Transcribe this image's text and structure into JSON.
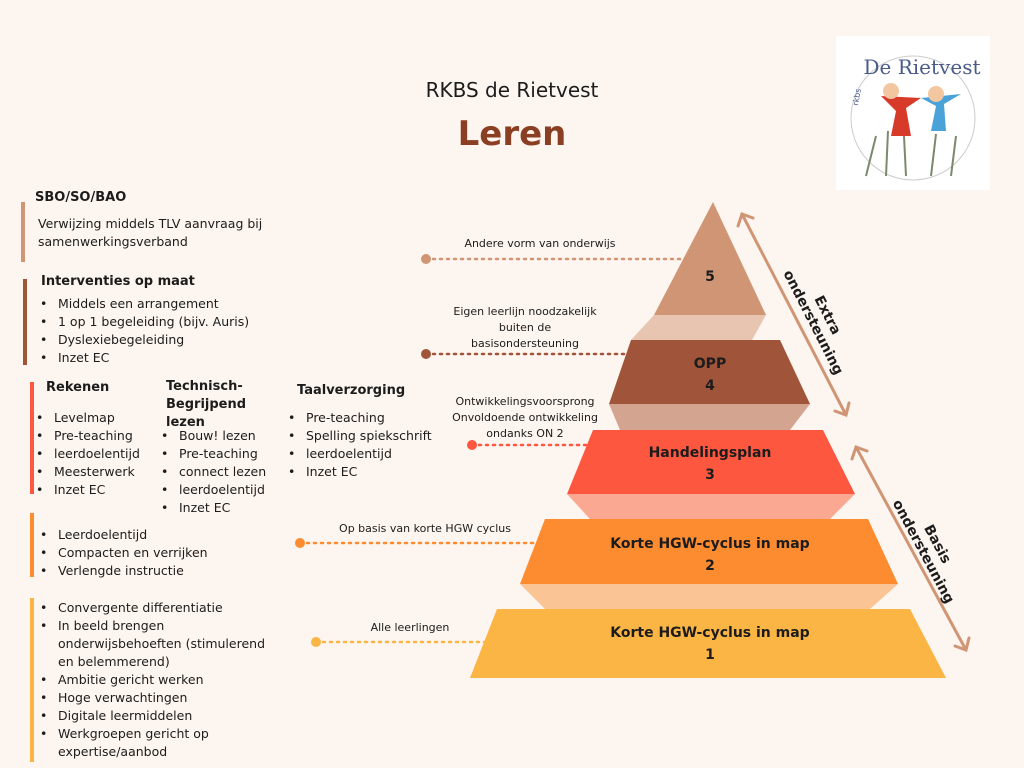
{
  "header": {
    "subtitle": "RKBS de Rietvest",
    "title": "Leren"
  },
  "logo": {
    "text": "De Rietvest",
    "small": "rkbs"
  },
  "left": {
    "sbo": {
      "title": "SBO/SO/BAO",
      "text": "Verwijzing middels TLV aanvraag bij samenwerkingsverband"
    },
    "interventies": {
      "title": "Interventies op maat",
      "items": [
        "Middels een arrangement",
        "1 op 1 begeleiding (bijv. Auris)",
        "Dyslexiebegeleiding",
        "Inzet EC"
      ]
    },
    "rekenen": {
      "title": "Rekenen",
      "items": [
        "Levelmap",
        "Pre-teaching",
        "leerdoelentijd",
        "Meesterwerk",
        "Inzet EC"
      ]
    },
    "lezen": {
      "title": "Technisch-Begrijpend lezen",
      "items": [
        "Bouw! lezen",
        "Pre-teaching",
        "connect lezen",
        "leerdoelentijd",
        "Inzet EC"
      ]
    },
    "taal": {
      "title": "Taalverzorging",
      "items": [
        "Pre-teaching",
        "Spelling spiekschrift",
        "leerdoelentijd",
        "Inzet EC"
      ]
    },
    "level2": {
      "items": [
        "Leerdoelentijd",
        "Compacten en verrijken",
        "Verlengde instructie"
      ]
    },
    "level1": {
      "items": [
        "Convergente differentiatie",
        "In beeld brengen onderwijsbehoeften (stimulerend en belemmerend)",
        "Ambitie gericht werken",
        "Hoge verwachtingen",
        "Digitale leermiddelen",
        "Werkgroepen gericht op expertise/aanbod"
      ]
    }
  },
  "pyramid": {
    "layers": [
      {
        "name": "",
        "num": "5",
        "note": "Andere vorm van onderwijs",
        "color": "#d09574"
      },
      {
        "name": "OPP",
        "num": "4",
        "note": "Eigen leerlijn noodzakelijk buiten de basisondersteuning",
        "color": "#a0553a"
      },
      {
        "name": "Handelingsplan",
        "num": "3",
        "note": "Ontwikkelingsvoorsprong Onvoldoende ontwikkeling ondanks ON 2",
        "color": "#fd5740"
      },
      {
        "name": "Korte HGW-cyclus in map",
        "num": "2",
        "note": "Op basis van korte HGW cyclus",
        "color": "#fd8b30"
      },
      {
        "name": "Korte HGW-cyclus in map",
        "num": "1",
        "note": "Alle leerlingen",
        "color": "#fab545"
      }
    ],
    "extra": "Extra ondersteuning",
    "basis": "Basis ondersteuning"
  }
}
